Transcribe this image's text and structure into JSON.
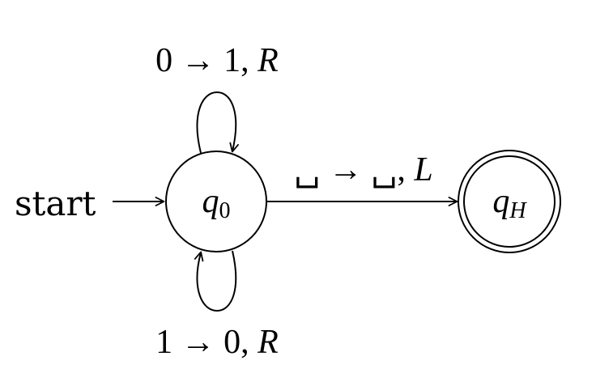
{
  "diagram": {
    "start_label": "start",
    "states": [
      {
        "id": "q0",
        "main": "q",
        "sub": "0",
        "accepting": false
      },
      {
        "id": "qH",
        "main": "q",
        "sub": "H",
        "accepting": true
      }
    ],
    "transitions": [
      {
        "id": "q0-loop-top",
        "read": "0",
        "arrow": "→",
        "write": "1",
        "sep": ",",
        "move": "R"
      },
      {
        "id": "q0-loop-bottom",
        "read": "1",
        "arrow": "→",
        "write": "0",
        "sep": ",",
        "move": "R"
      },
      {
        "id": "q0-to-qH",
        "read": "␣",
        "arrow": "→",
        "write": "␣",
        "sep": ",",
        "move": "L"
      }
    ]
  }
}
